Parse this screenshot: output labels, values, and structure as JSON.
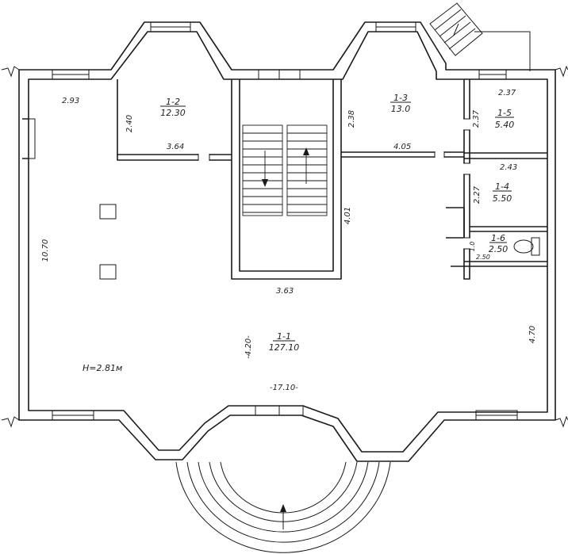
{
  "floor_plan": {
    "height_label": "H=2.81м",
    "rooms": [
      {
        "id": "1-1",
        "area": "127.10"
      },
      {
        "id": "1-2",
        "area": "12.30"
      },
      {
        "id": "1-3",
        "area": "13.0"
      },
      {
        "id": "1-4",
        "area": "5.50"
      },
      {
        "id": "1-5",
        "area": "5.40"
      },
      {
        "id": "1-6",
        "area": "2.50"
      }
    ],
    "dimensions": {
      "d_2_93": "2.93",
      "d_2_40": "2.40",
      "d_3_64": "3.64",
      "d_2_38": "2.38",
      "d_4_05": "4.05",
      "d_2_37_top": "2.37",
      "d_2_37_side": "2.37",
      "d_2_43": "2.43",
      "d_2_27": "2.27",
      "d_1_0": "1.0",
      "d_2_50": "2.50",
      "d_4_01": "4.01",
      "d_3_63": "3.63",
      "d_10_70": "10.70",
      "d_4_20": "-4.20-",
      "d_17_10": "-17.10-",
      "d_4_70": "4.70"
    }
  }
}
